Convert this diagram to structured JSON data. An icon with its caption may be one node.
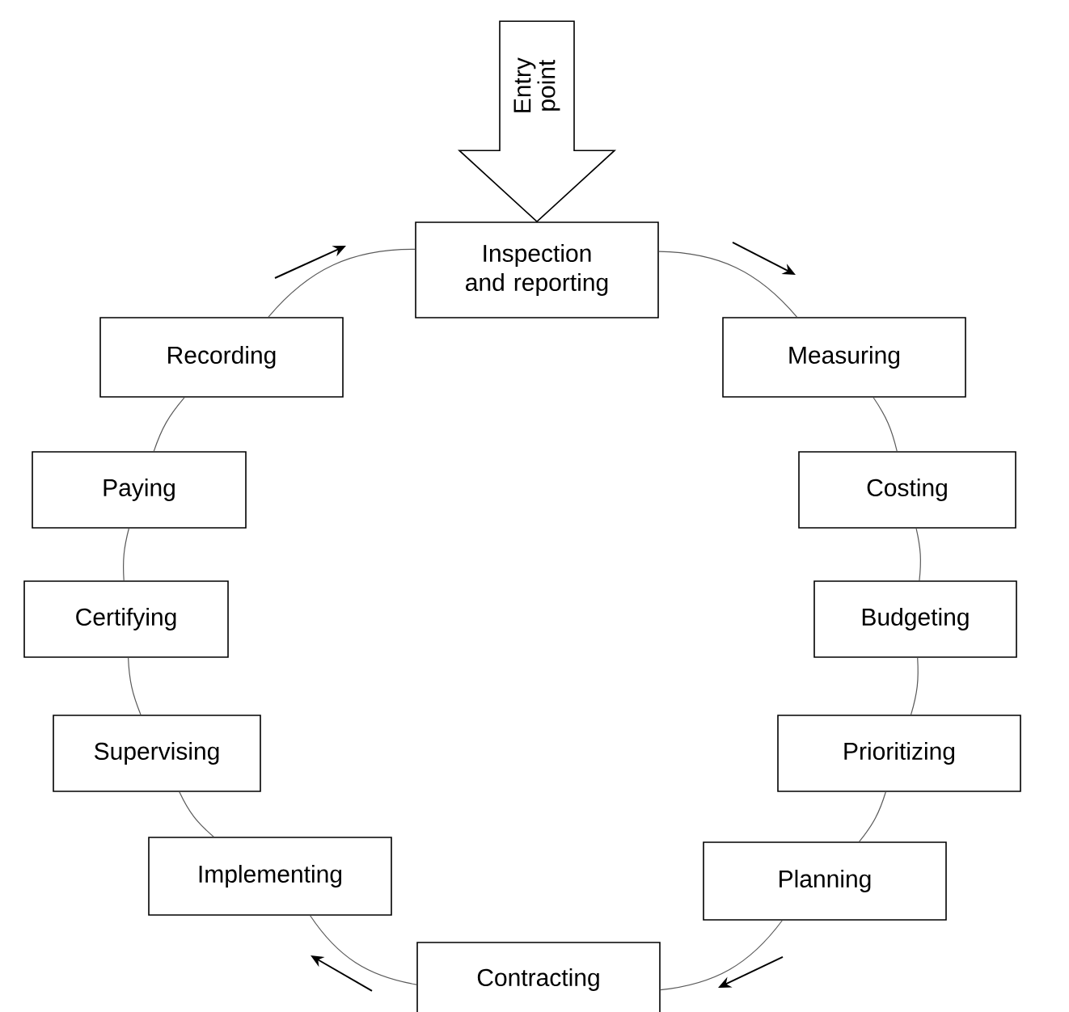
{
  "diagram": {
    "nodes": [
      {
        "text": [
          "Inspection and reporting"
        ]
      },
      {
        "text": [
          "Measuring"
        ]
      },
      {
        "text": [
          "Costing"
        ]
      },
      {
        "text": [
          "Budgeting"
        ]
      },
      {
        "text": [
          "Prioritizing"
        ]
      },
      {
        "text": [
          "Planning"
        ]
      },
      {
        "text": [
          "Contracting"
        ]
      },
      {
        "text": [
          "Implementing"
        ]
      },
      {
        "text": [
          "Supervising"
        ]
      },
      {
        "text": [
          "Certifying"
        ]
      },
      {
        "text": [
          "Paying"
        ]
      },
      {
        "text": [
          "Recording"
        ]
      }
    ],
    "edges": [
      {
        "from": null,
        "to": 0,
        "arrow": "to",
        "label": "Entry point"
      },
      {
        "from": 0,
        "to": 1,
        "arrow": "none"
      },
      {
        "from": 1,
        "to": 2,
        "arrow": "none"
      },
      {
        "from": 2,
        "to": 3,
        "arrow": "none"
      },
      {
        "from": 3,
        "to": 4,
        "arrow": "none"
      },
      {
        "from": 4,
        "to": 5,
        "arrow": "none"
      },
      {
        "from": 5,
        "to": 6,
        "arrow": "none"
      },
      {
        "from": 6,
        "to": 7,
        "arrow": "none"
      },
      {
        "from": 7,
        "to": 8,
        "arrow": "none"
      },
      {
        "from": 8,
        "to": 9,
        "arrow": "none"
      },
      {
        "from": 9,
        "to": 10,
        "arrow": "none"
      },
      {
        "from": 10,
        "to": 11,
        "arrow": "none"
      },
      {
        "from": 11,
        "to": 0,
        "arrow": "none"
      }
    ]
  }
}
